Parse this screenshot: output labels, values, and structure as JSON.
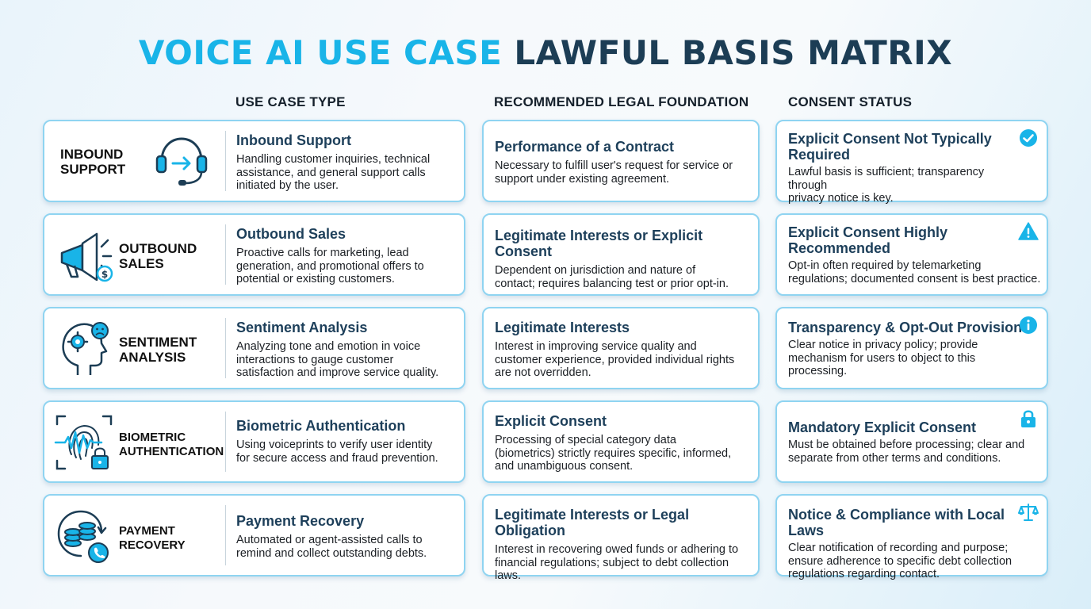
{
  "title": {
    "part1": "VOICE AI USE CASE",
    "part2": "LAWFUL BASIS MATRIX"
  },
  "columns": {
    "use_case": "USE CASE TYPE",
    "legal": "RECOMMENDED LEGAL FOUNDATION",
    "consent": "CONSENT STATUS"
  },
  "colors": {
    "accent": "#19b4e8",
    "navy": "#1c3d55",
    "border": "#8fd4f1"
  },
  "rows": [
    {
      "label1": "INBOUND",
      "label2": "SUPPORT",
      "icon": "headset-icon",
      "heading": "Inbound Support",
      "desc": [
        "Handling customer inquiries, technical",
        "assistance, and general support calls",
        "initiated by the user."
      ],
      "legal_heading": [
        "Performance of a Contract"
      ],
      "legal_desc": [
        "Necessary to fulfill user's request for service or",
        "support under existing agreement."
      ],
      "consent_heading": [
        "Explicit Consent Not Typically",
        "Required"
      ],
      "consent_desc": [
        "Lawful basis is sufficient; transparency through",
        "privacy notice is key."
      ],
      "status_icon": "check-circle-icon"
    },
    {
      "label1": "OUTBOUND",
      "label2": "SALES",
      "icon": "megaphone-icon",
      "heading": "Outbound Sales",
      "desc": [
        "Proactive calls for marketing, lead",
        "generation, and promotional offers to",
        "potential or existing customers."
      ],
      "legal_heading": [
        "Legitimate Interests or Explicit Consent"
      ],
      "legal_desc": [
        "Dependent on jurisdiction and nature of",
        "contact; requires balancing test or prior opt-in."
      ],
      "consent_heading": [
        "Explicit Consent Highly",
        "Recommended"
      ],
      "consent_desc": [
        "Opt-in often required by telemarketing",
        "regulations; documented consent is best practice."
      ],
      "status_icon": "warning-icon"
    },
    {
      "label1": "SENTIMENT",
      "label2": "ANALYSIS",
      "icon": "head-gear-icon",
      "heading": "Sentiment Analysis",
      "desc": [
        "Analyzing tone and emotion in voice",
        "interactions to gauge customer",
        "satisfaction and improve service quality."
      ],
      "legal_heading": [
        "Legitimate Interests"
      ],
      "legal_desc": [
        "Interest in improving service quality and",
        "customer experience, provided individual rights",
        "are not overridden."
      ],
      "consent_heading": [
        "Transparency & Opt-Out Provision"
      ],
      "consent_desc": [
        "Clear notice in privacy policy; provide",
        "mechanism for users to object to this",
        "processing."
      ],
      "status_icon": "info-icon"
    },
    {
      "label1": "BIOMETRIC",
      "label2": "AUTHENTICATION",
      "icon": "fingerprint-icon",
      "heading": "Biometric Authentication",
      "desc": [
        "Using voiceprints to verify user identity",
        "for secure access and fraud prevention."
      ],
      "legal_heading": [
        "Explicit Consent"
      ],
      "legal_desc": [
        "Processing of special category data",
        "(biometrics) strictly requires specific, informed,",
        "and unambiguous consent."
      ],
      "consent_heading": [
        "Mandatory Explicit Consent"
      ],
      "consent_desc": [
        "Must be obtained before processing; clear and",
        "separate from other terms and conditions."
      ],
      "status_icon": "lock-icon"
    },
    {
      "label1": "PAYMENT",
      "label2": "RECOVERY",
      "icon": "coins-phone-icon",
      "heading": "Payment Recovery",
      "desc": [
        "Automated or agent-assisted calls to",
        "remind and collect outstanding debts."
      ],
      "legal_heading": [
        "Legitimate Interests or Legal Obligation"
      ],
      "legal_desc": [
        "Interest in recovering owed funds or adhering to",
        "financial regulations; subject to debt collection",
        "laws."
      ],
      "consent_heading": [
        "Notice & Compliance with Local Laws"
      ],
      "consent_desc": [
        "Clear notification of recording and purpose;",
        "ensure adherence to specific debt collection",
        "regulations regarding contact."
      ],
      "status_icon": "scales-icon"
    }
  ]
}
